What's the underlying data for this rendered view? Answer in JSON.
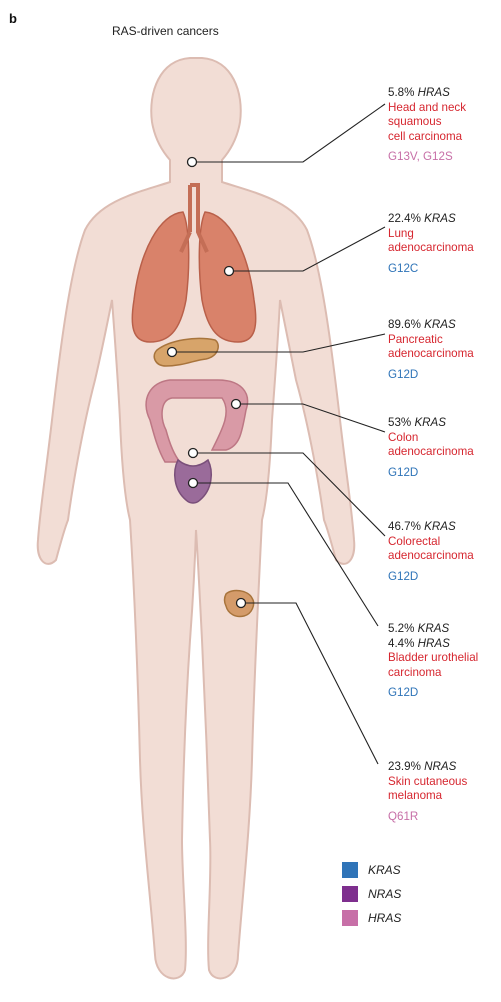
{
  "panel_letter": "b",
  "title": "RAS-driven cancers",
  "colors": {
    "body_fill": "#f2ddd5",
    "body_stroke": "#dcbcb2",
    "cancer_text": "#d6262f",
    "kras": "#2f74b8",
    "nras": "#7e2f8e",
    "hras": "#c76fa7"
  },
  "cancers": [
    {
      "pct": "5.8%",
      "gene": "HRAS",
      "cancer_lines": [
        "Head and neck",
        "squamous",
        "cell carcinoma"
      ],
      "mutations": "G13V, G12S",
      "mut_gene": "hras",
      "organ": "neck"
    },
    {
      "pct": "22.4%",
      "gene": "KRAS",
      "cancer_lines": [
        "Lung",
        "adenocarcinoma"
      ],
      "mutations": "G12C",
      "mut_gene": "kras",
      "organ": "lung"
    },
    {
      "pct": "89.6%",
      "gene": "KRAS",
      "cancer_lines": [
        "Pancreatic",
        "adenocarcinoma"
      ],
      "mutations": "G12D",
      "mut_gene": "kras",
      "organ": "pancreas"
    },
    {
      "pct": "53%",
      "gene": "KRAS",
      "cancer_lines": [
        "Colon",
        "adenocarcinoma"
      ],
      "mutations": "G12D",
      "mut_gene": "kras",
      "organ": "colon"
    },
    {
      "pct": "46.7%",
      "gene": "KRAS",
      "cancer_lines": [
        "Colorectal",
        "adenocarcinoma"
      ],
      "mutations": "G12D",
      "mut_gene": "kras",
      "organ": "rectum"
    },
    {
      "pct": "5.2%",
      "gene": "KRAS",
      "pct2": "4.4%",
      "gene2": "HRAS",
      "cancer_lines": [
        "Bladder urothelial",
        "carcinoma"
      ],
      "mutations": "G12D",
      "mut_gene": "kras",
      "organ": "bladder"
    },
    {
      "pct": "23.9%",
      "gene": "NRAS",
      "cancer_lines": [
        "Skin cutaneous",
        "melanoma"
      ],
      "mutations": "Q61R",
      "mut_gene": "hras",
      "organ": "skin"
    }
  ],
  "legend": [
    {
      "label": "KRAS",
      "color": "#2f74b8"
    },
    {
      "label": "NRAS",
      "color": "#7e2f8e"
    },
    {
      "label": "HRAS",
      "color": "#c76fa7"
    }
  ]
}
